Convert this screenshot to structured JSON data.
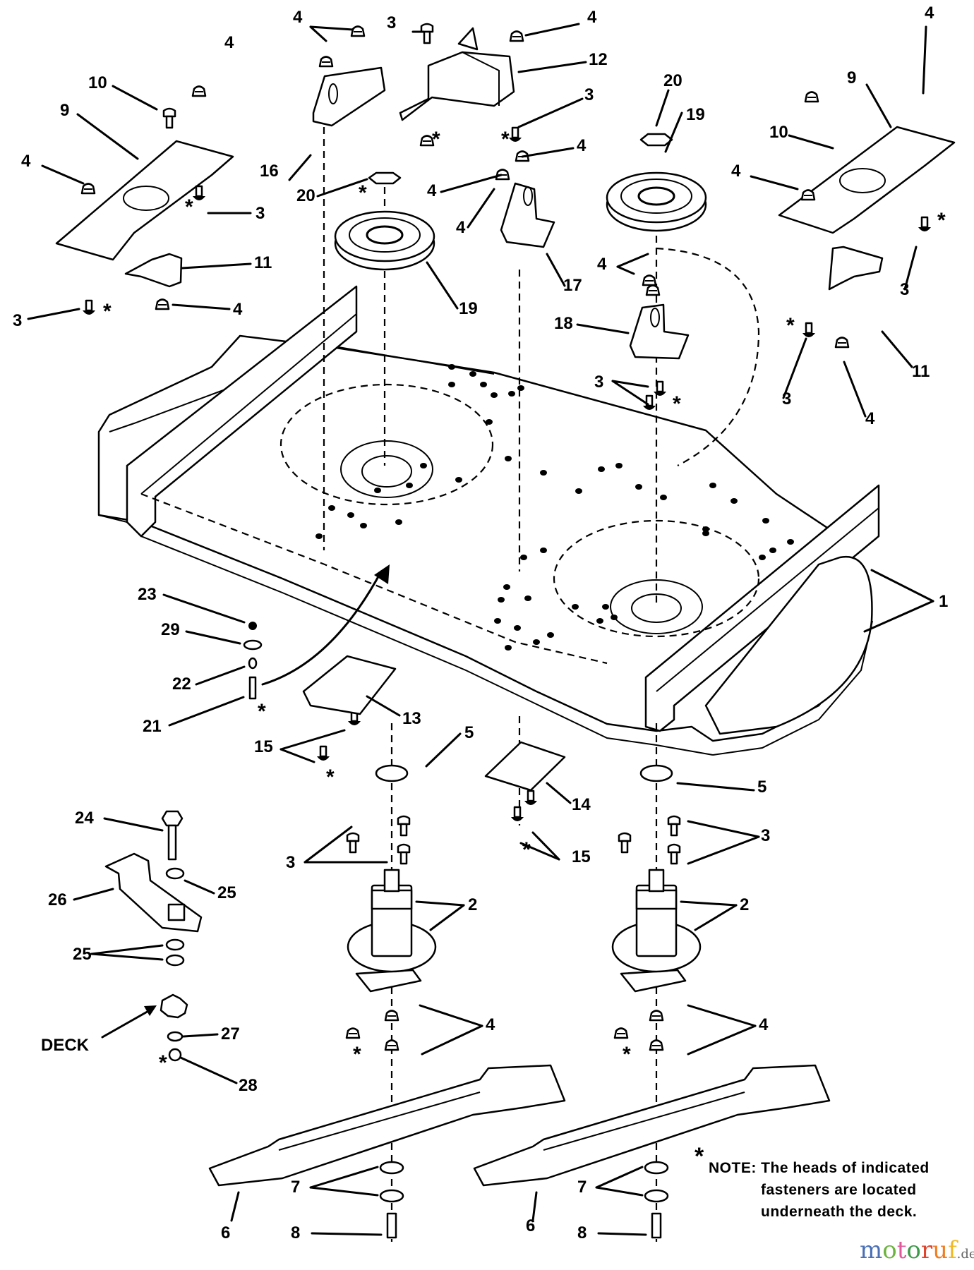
{
  "diagram": {
    "title": "Mower deck exploded parts diagram",
    "callouts": {
      "c1": "1",
      "c2": "2",
      "c3": "3",
      "c4": "4",
      "c5": "5",
      "c6": "6",
      "c7": "7",
      "c8": "8",
      "c9": "9",
      "c10": "10",
      "c11": "11",
      "c12": "12",
      "c13": "13",
      "c14": "14",
      "c15": "15",
      "c16": "16",
      "c17": "17",
      "c18": "18",
      "c19": "19",
      "c20": "20",
      "c21": "21",
      "c22": "22",
      "c23": "23",
      "c24": "24",
      "c25": "25",
      "c26": "26",
      "c27": "27",
      "c28": "28",
      "c29": "29"
    },
    "asterisk": "*",
    "deck_label": "DECK"
  },
  "note": {
    "marker": "*",
    "line1": "NOTE: The heads of indicated",
    "line2": "fasteners are located",
    "line3": "underneath the deck."
  },
  "watermark": {
    "letters": [
      {
        "ch": "m",
        "color": "#4a6fb5"
      },
      {
        "ch": "o",
        "color": "#6db33f"
      },
      {
        "ch": "t",
        "color": "#e05a9b"
      },
      {
        "ch": "o",
        "color": "#3d9a4a"
      },
      {
        "ch": "r",
        "color": "#e0432b"
      },
      {
        "ch": "u",
        "color": "#f07d22"
      },
      {
        "ch": "f",
        "color": "#f2b824"
      }
    ],
    "suffix": ".de"
  }
}
